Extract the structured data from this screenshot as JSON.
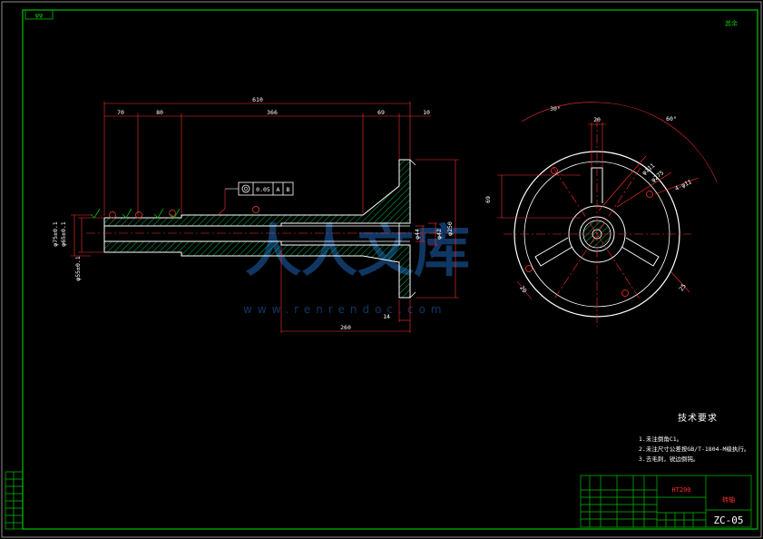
{
  "colors": {
    "background": "#000000",
    "frame": "#00c000",
    "part": "#ffffff",
    "hatch": "#00b050",
    "dimension": "#ff3030",
    "datum": "#ff4040",
    "watermark": "#1e64b4"
  },
  "sheet": {
    "corner_tag_left": "ψψ",
    "corner_tag_right": "其余"
  },
  "dimensions": {
    "total_length": "610",
    "seg_70": "70",
    "seg_80": "80",
    "seg_366": "366",
    "seg_69": "69",
    "seg_10": "10",
    "length_260": "260",
    "thickness_14": "14",
    "dia_44": "φ44",
    "dia_42": "φ42",
    "dia_250": "φ250",
    "left_dia_upper": "φ75±0.1",
    "left_dia_upper_2": "φ65±0.1",
    "left_dia_lower": "φ55±0.1",
    "runout_value": "0.05",
    "datum_a": "A",
    "datum_b": "B",
    "angle_30": "30°",
    "angle_60": "60°",
    "width_20": "20",
    "dim_69_side": "69",
    "dia_111": "φ111",
    "dia_275": "φ275",
    "holes": "4-φ11",
    "dim_20_side": "20",
    "dim_25_side": "25"
  },
  "notes": {
    "title": "技术要求",
    "items": [
      "1.未注倒角C1。",
      "2.未注尺寸公差按GB/T-1804-M级执行。",
      "3.去毛刺，锐边倒钝。"
    ]
  },
  "title_block": {
    "material": "HT200",
    "part_name": "转轴",
    "drawing_no": "ZC-05"
  },
  "watermark": {
    "text_cn": "人人文库",
    "url": "www.renrendoc.com"
  }
}
